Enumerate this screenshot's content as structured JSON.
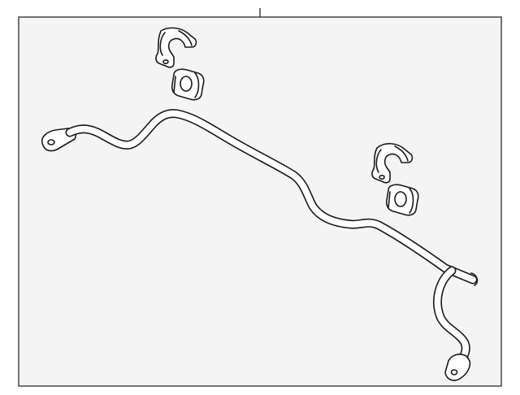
{
  "diagram": {
    "title": "",
    "callout_label": "",
    "colors": {
      "line": "#1a1a1a",
      "panel": "#f4f4f4",
      "background": "#ffffff"
    },
    "parts": [
      {
        "id": "stabilizer-bar"
      },
      {
        "id": "bracket-upper-left"
      },
      {
        "id": "bushing-upper-left"
      },
      {
        "id": "bracket-right"
      },
      {
        "id": "bushing-right"
      }
    ]
  }
}
